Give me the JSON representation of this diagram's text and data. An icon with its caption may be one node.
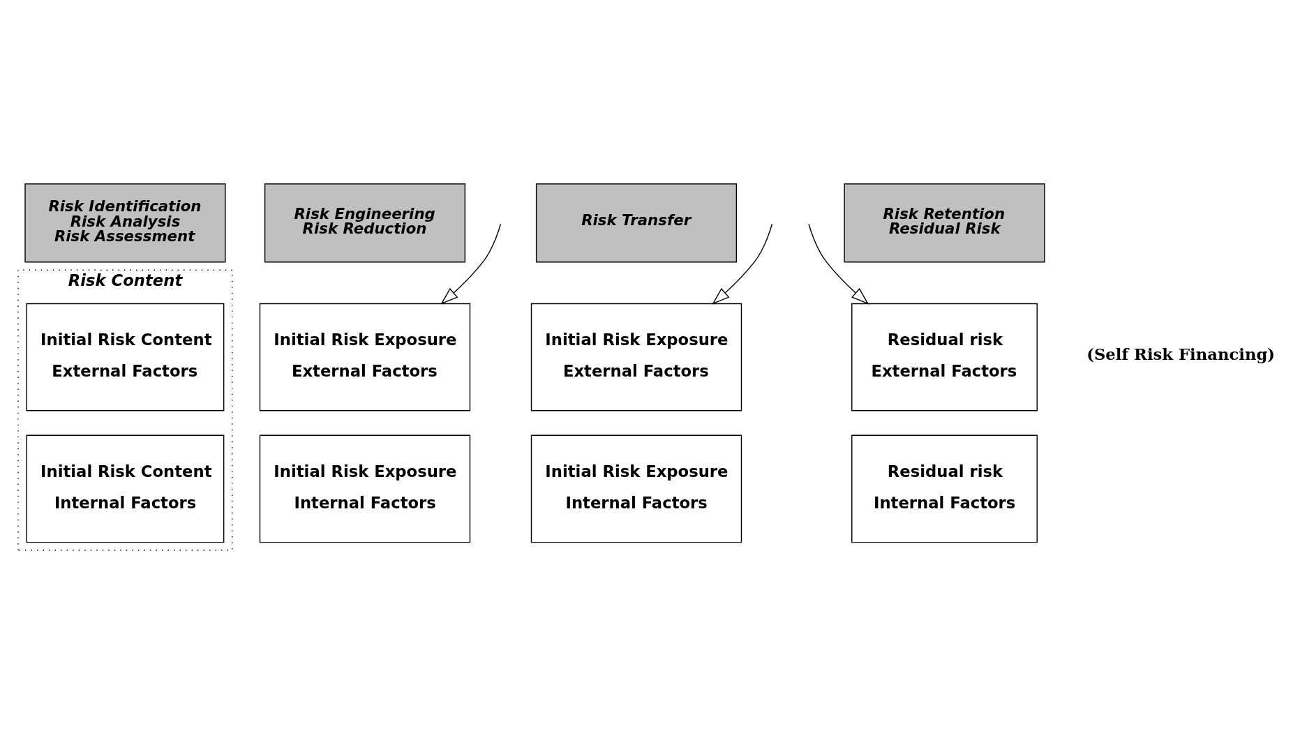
{
  "diagram": {
    "nodes": [
      {
        "text": [
          "Risk Identification",
          "Risk Analysis",
          "Risk Assessment"
        ]
      },
      {
        "text": [
          "Risk Engineering",
          "Risk Reduction"
        ]
      },
      {
        "text": [
          "Risk Transfer"
        ]
      },
      {
        "text": [
          "Risk Retention",
          "Residual Risk"
        ]
      },
      {
        "text": [
          "Risk Content"
        ]
      },
      {
        "text": [
          "Initial Risk Content",
          "External Factors"
        ],
        "in": 4
      },
      {
        "text": [
          "Initial Risk Content",
          "Internal Factors"
        ],
        "in": 4
      },
      {
        "text": [
          "Initial Risk Exposure",
          "External Factors"
        ]
      },
      {
        "text": [
          "Initial Risk Exposure",
          "Internal Factors"
        ]
      },
      {
        "text": [
          "Initial Risk Exposure",
          "External Factors"
        ]
      },
      {
        "text": [
          "Initial Risk Exposure",
          "Internal Factors"
        ]
      },
      {
        "text": [
          "Residual risk",
          "External Factors"
        ]
      },
      {
        "text": [
          "Residual risk",
          "Internal Factors"
        ]
      }
    ],
    "edges": [
      {
        "from": null,
        "to": 7,
        "arrow": "to"
      },
      {
        "from": null,
        "to": 9,
        "arrow": "to"
      },
      {
        "from": null,
        "to": 11,
        "arrow": "to"
      }
    ],
    "labels": [
      "(Self Risk Financing)"
    ]
  }
}
